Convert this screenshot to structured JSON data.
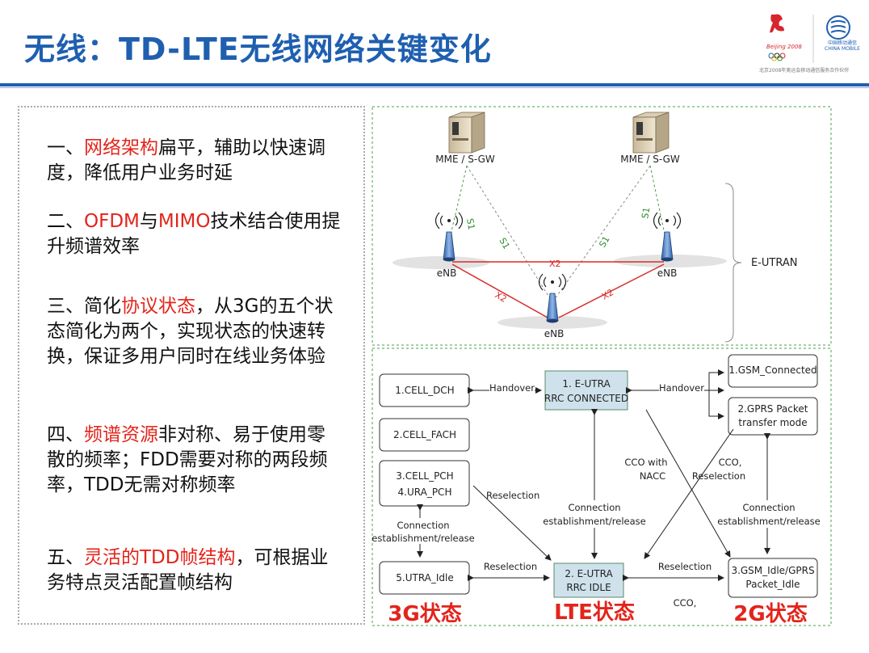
{
  "title": "无线：TD-LTE无线网络关键变化",
  "logos": {
    "beijing": "Beijing 2008",
    "china_mobile_cn": "中国移动通信",
    "china_mobile_en": "CHINA MOBILE",
    "caption": "北京2008年奥运会移动通信服务合作伙伴"
  },
  "points": [
    {
      "prefix": "一、",
      "highlight": "网络架构",
      "rest": "扁平，辅助以快速调度，降低用户业务时延"
    },
    {
      "prefix": "二、",
      "highlight": "OFDM",
      "mid": "与",
      "highlight2": "MIMO",
      "rest": "技术结合使用提升频谱效率"
    },
    {
      "prefix": "三、简化",
      "highlight": "协议状态",
      "rest": "，从3G的五个状态简化为两个，实现状态的快速转换，保证多用户同时在线业务体验"
    },
    {
      "prefix": "四、",
      "highlight": "频谱资源",
      "rest": "非对称、易于使用零散的频率；FDD需要对称的两段频率，TDD无需对称频率"
    },
    {
      "prefix": "五、",
      "highlight": "灵活的TDD帧结构",
      "rest": "，可根据业务特点灵活配置帧结构"
    }
  ],
  "network": {
    "mme_left": "MME / S-GW",
    "mme_right": "MME / S-GW",
    "enb": "eNB",
    "s1": "S1",
    "x2": "X2",
    "eutran": "E-UTRAN"
  },
  "states": {
    "g3": [
      "1.CELL_DCH",
      "2.CELL_FACH",
      "3.CELL_PCH",
      "4.URA_PCH",
      "5.UTRA_Idle"
    ],
    "lte_connected": [
      "1. E-UTRA",
      "RRC CONNECTED"
    ],
    "lte_idle": [
      "2. E-UTRA",
      "RRC IDLE"
    ],
    "g2": [
      "1.GSM_Connected",
      "2.GPRS Packet",
      "transfer mode",
      "3.GSM_Idle/GPRS",
      "Packet_Idle"
    ],
    "labels": {
      "handover": "Handover",
      "reselection": "Reselection",
      "connection": "Connection",
      "est_release": "establishment/release",
      "cco_with": "CCO with",
      "nacc": "NACC",
      "cco_comma": "CCO,",
      "cco": "CCO,"
    },
    "group_3g": "3G状态",
    "group_lte": "LTE状态",
    "group_2g": "2G状态"
  }
}
